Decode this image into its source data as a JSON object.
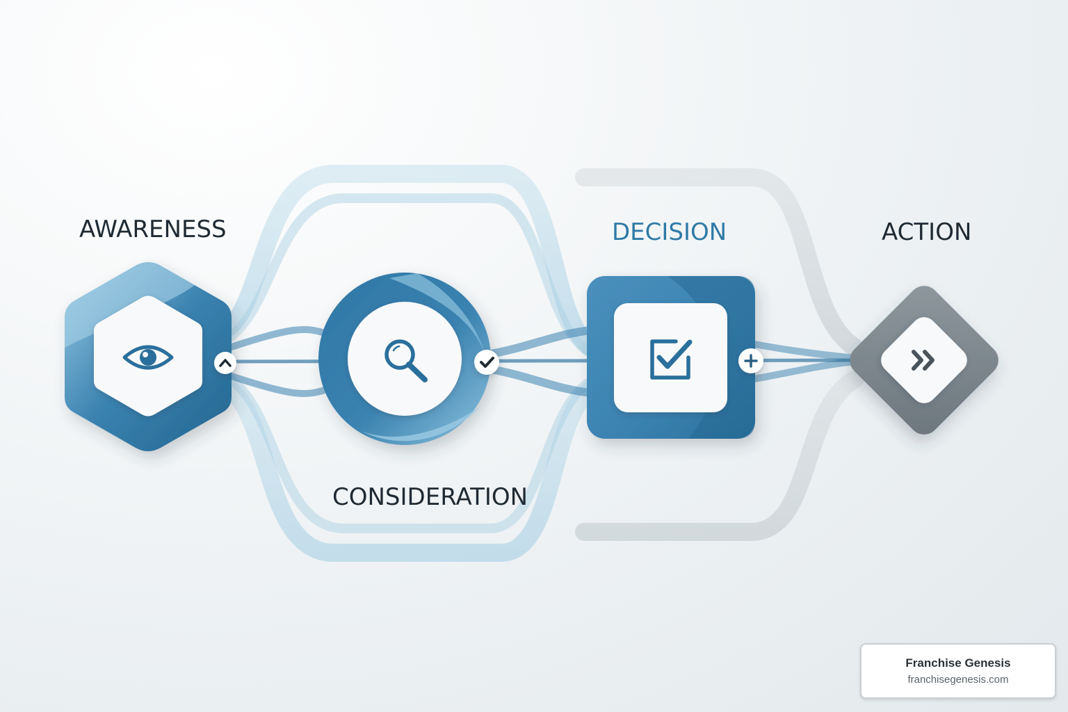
{
  "stages": [
    {
      "label": "AWARENESS",
      "icon": "eye-icon",
      "connector_icon": "chevron-up-icon"
    },
    {
      "label": "CONSIDERATION",
      "icon": "magnifier-icon",
      "connector_icon": "checkmark-icon"
    },
    {
      "label": "DECISION",
      "icon": "checkbox-icon",
      "connector_icon": "plus-icon"
    },
    {
      "label": "ACTION",
      "icon": "double-chevron-right-icon"
    }
  ],
  "brand": {
    "name": "Franchise Genesis",
    "url": "franchisegenesis.com"
  },
  "colors": {
    "primary_blue": "#3a82b0",
    "light_blue": "#8fc3de",
    "dark_blue": "#236590",
    "slate_gray": "#7a858c",
    "decision_text": "#2f7aa6",
    "label_text": "#1f2a33"
  }
}
